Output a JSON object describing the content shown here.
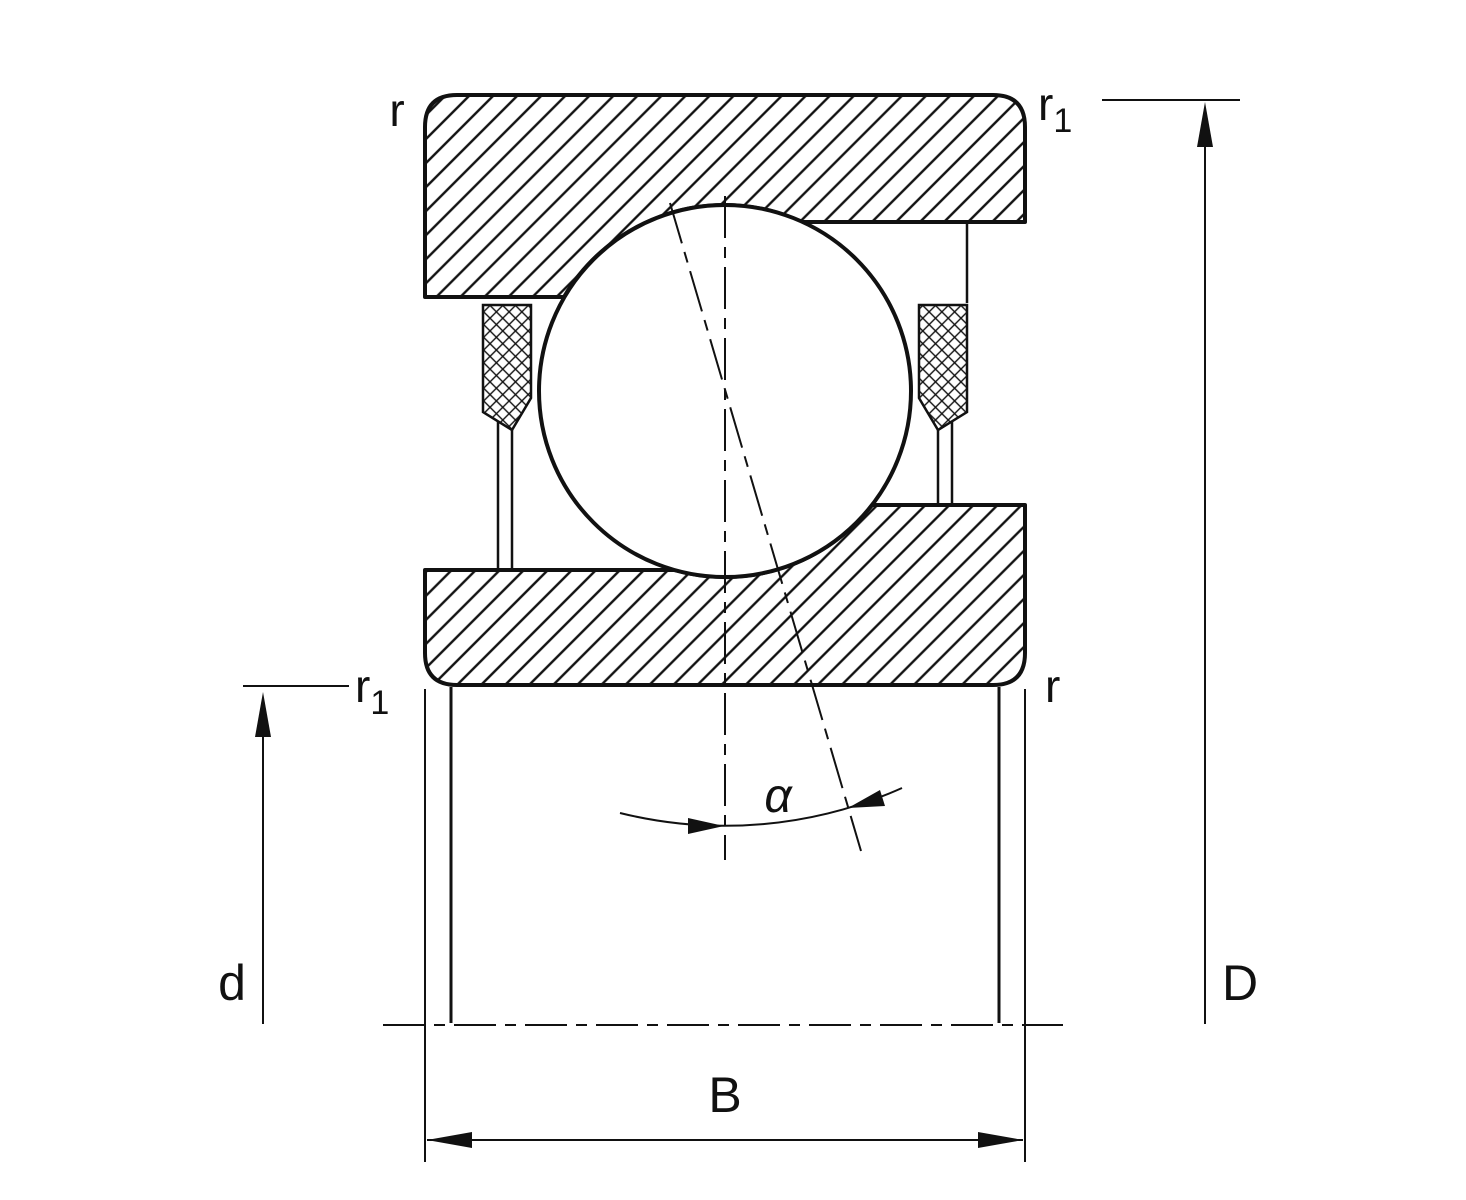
{
  "colors": {
    "line": "#111111",
    "background": "#ffffff"
  },
  "labels": {
    "corner_top_left": {
      "text": "r"
    },
    "corner_top_right": {
      "base": "r",
      "sub": "1"
    },
    "corner_mid_left": {
      "base": "r",
      "sub": "1"
    },
    "corner_mid_right": {
      "text": "r"
    },
    "bore_diameter": {
      "text": "d"
    },
    "outer_diameter": {
      "text": "D"
    },
    "width": {
      "text": "B"
    },
    "contact_angle": {
      "text": "α"
    }
  }
}
